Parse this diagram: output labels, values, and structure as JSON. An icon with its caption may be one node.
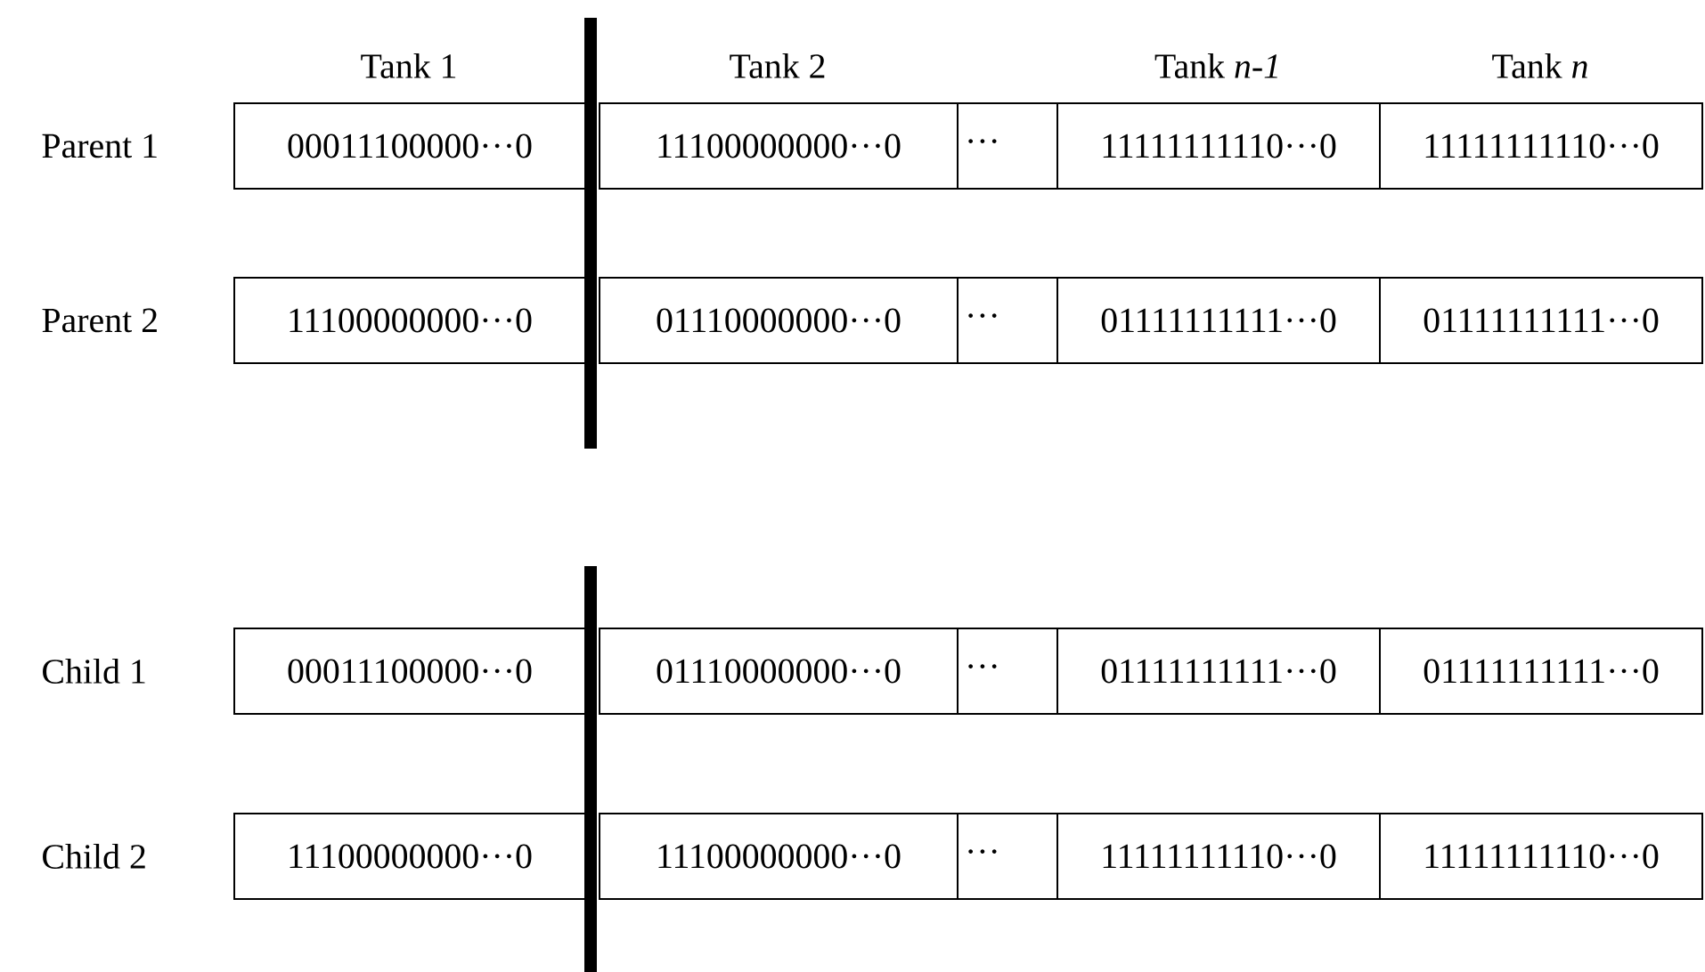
{
  "diagram": {
    "nodes": [
      {
        "text": [
          "00011100000···0"
        ]
      },
      {
        "text": [
          "11100000000···0"
        ]
      },
      {
        "text": [
          "···"
        ]
      },
      {
        "text": [
          "11111111110···0"
        ]
      },
      {
        "text": [
          "11111111110···0"
        ]
      },
      {
        "text": [
          "11100000000···0"
        ]
      },
      {
        "text": [
          "01110000000···0"
        ]
      },
      {
        "text": [
          "···"
        ]
      },
      {
        "text": [
          "01111111111···0"
        ]
      },
      {
        "text": [
          "01111111111···0"
        ]
      },
      {
        "text": [
          "00011100000···0"
        ]
      },
      {
        "text": [
          "01110000000···0"
        ]
      },
      {
        "text": [
          "···"
        ]
      },
      {
        "text": [
          "01111111111···0"
        ]
      },
      {
        "text": [
          "01111111111···0"
        ]
      },
      {
        "text": [
          "11100000000···0"
        ]
      },
      {
        "text": [
          "11100000000···0"
        ]
      },
      {
        "text": [
          "···"
        ]
      },
      {
        "text": [
          "11111111110···0"
        ]
      },
      {
        "text": [
          "11111111110···0"
        ]
      }
    ],
    "labels": [
      "Tank 1",
      "Tank 2",
      "Tank *n-1*",
      "Tank *n*",
      "Parent 1",
      "Parent 2",
      "Child 1",
      "Child 2"
    ]
  }
}
